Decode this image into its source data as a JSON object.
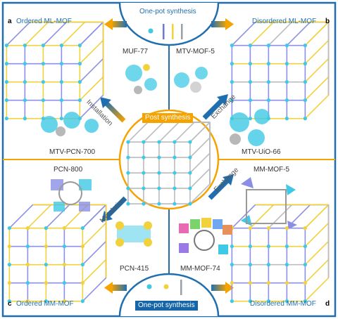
{
  "title_top": "One-pot synthesis",
  "title_bottom": "One-pot synthesis",
  "center_label": "Post synthesis",
  "panels": {
    "a": {
      "tag": "a",
      "title": "Ordered ML-MOF"
    },
    "b": {
      "tag": "b",
      "title": "Disordered ML-MOF"
    },
    "c": {
      "tag": "c",
      "title": "Ordered MM-MOF"
    },
    "d": {
      "tag": "d",
      "title": "Disordered MM-MOF"
    }
  },
  "structures": {
    "muf77": "MUF-77",
    "mtv_mof5": "MTV-MOF-5",
    "mtv_pcn700": "MTV-PCN-700",
    "mtv_uio66": "MTV-UiO-66",
    "pcn800": "PCN-800",
    "mm_mof5": "MM-MOF-5",
    "pcn415": "PCN-415",
    "mm_mof74": "MM-MOF-74"
  },
  "processes": {
    "installation": "Installation",
    "exchange_top": "Exchange",
    "metalation": "Metalation",
    "exchange_bottom": "Exchange"
  },
  "colors": {
    "blue": "#1f6fb0",
    "orange": "#f4a300",
    "cyan_node": "#3ec9e6",
    "yellow_node": "#f2d23c",
    "frame": "#9aa0a6"
  }
}
